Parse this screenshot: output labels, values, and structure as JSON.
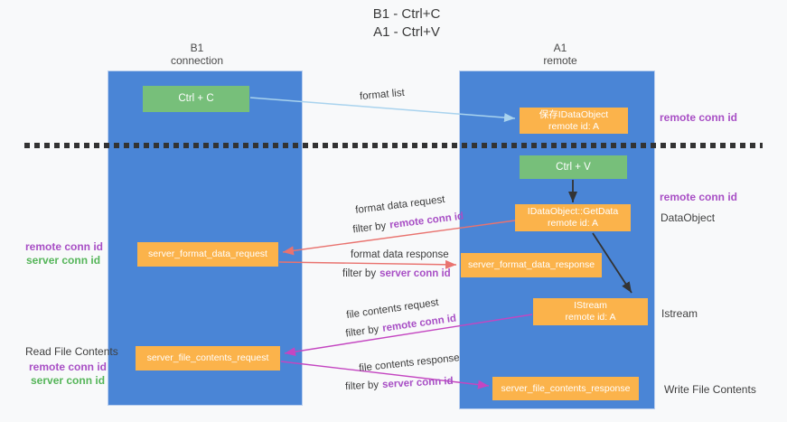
{
  "title": {
    "line1": "B1 - Ctrl+C",
    "line2": "A1 - Ctrl+V"
  },
  "columns": {
    "left": {
      "line1": "B1",
      "line2": "connection"
    },
    "right": {
      "line1": "A1",
      "line2": "remote"
    }
  },
  "boxes": {
    "ctrl_c": "Ctrl + C",
    "ctrl_v": "Ctrl + V",
    "save_dataobject": {
      "line1": "保存IDataObject",
      "line2": "remote id: A"
    },
    "getdata": {
      "line1": "IDataObject::GetData",
      "line2": "remote id: A"
    },
    "istream": {
      "line1": "IStream",
      "line2": "remote id: A"
    },
    "format_request": "server_format_data_request",
    "format_response": "server_format_data_response",
    "file_request": "server_file_contents_request",
    "file_response": "server_file_contents_response"
  },
  "flow_labels": {
    "format_list": "format list",
    "format_data_request": "format data request",
    "format_data_response": "format data response",
    "file_contents_request": "file contents request",
    "file_contents_response": "file contents response",
    "filter_by": "filter by"
  },
  "side_labels": {
    "remote_conn_id": "remote conn id",
    "server_conn_id": "server conn id",
    "dataobject": "DataObject",
    "istream": "Istream",
    "read_file_contents": "Read File Contents",
    "write_file_contents": "Write File Contents"
  },
  "colors": {
    "bg": "#f8f9fa",
    "panel_blue": "#4a85d6",
    "box_green": "#77bf7a",
    "box_orange": "#fbb34b",
    "arrow_blue": "#a9d3ee",
    "arrow_black": "#333333",
    "arrow_red": "#e9736f",
    "arrow_magenta": "#c446c1",
    "text_purple": "#a84fc5",
    "text_green": "#55b559",
    "dash": "#333333"
  }
}
